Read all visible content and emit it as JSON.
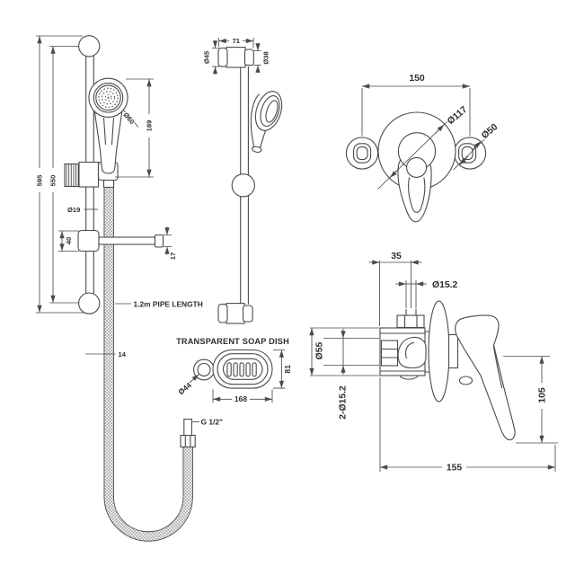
{
  "meta": {
    "background": "#ffffff",
    "line_color": "#4a4a4a",
    "text_color": "#2e2e2e",
    "drawing_type": "technical dimension drawing - shower slide rail kit with mixer valve"
  },
  "views": {
    "rail_front": {
      "label": "slide rail kit front view",
      "dims": {
        "overall_length": "595",
        "bracket_spacing": "550",
        "handset_head_dia": "Ø60",
        "handset_length": "189",
        "rail_dia": "Ø19",
        "slider_height": "40",
        "arm_end": "17",
        "hose_dia": "14"
      },
      "notes": {
        "pipe_length": "1.2m PIPE LENGTH"
      }
    },
    "rail_side": {
      "label": "slide rail kit side view",
      "dims": {
        "bracket_depth": "71",
        "wall_flange_dia": "Ø45",
        "end_cap_dia": "Ø38"
      }
    },
    "soap_dish": {
      "title": "TRANSPARENT SOAP DISH",
      "dims": {
        "ring_dia": "Ø44",
        "length": "168",
        "width": "81"
      }
    },
    "hose": {
      "dims": {
        "thread": "G 1/2\""
      }
    },
    "valve_front": {
      "label": "mixer valve front view",
      "dims": {
        "flange_centres": "150",
        "body_dia": "Ø117",
        "flange_dia": "Ø50"
      }
    },
    "valve_side": {
      "label": "mixer valve side view",
      "dims": {
        "outlet_offset": "35",
        "outlet_dia": "Ø15.2",
        "body_dia": "Ø55",
        "connections": "2-Ø15.2",
        "handle_drop": "105",
        "overall_depth": "155"
      }
    }
  }
}
